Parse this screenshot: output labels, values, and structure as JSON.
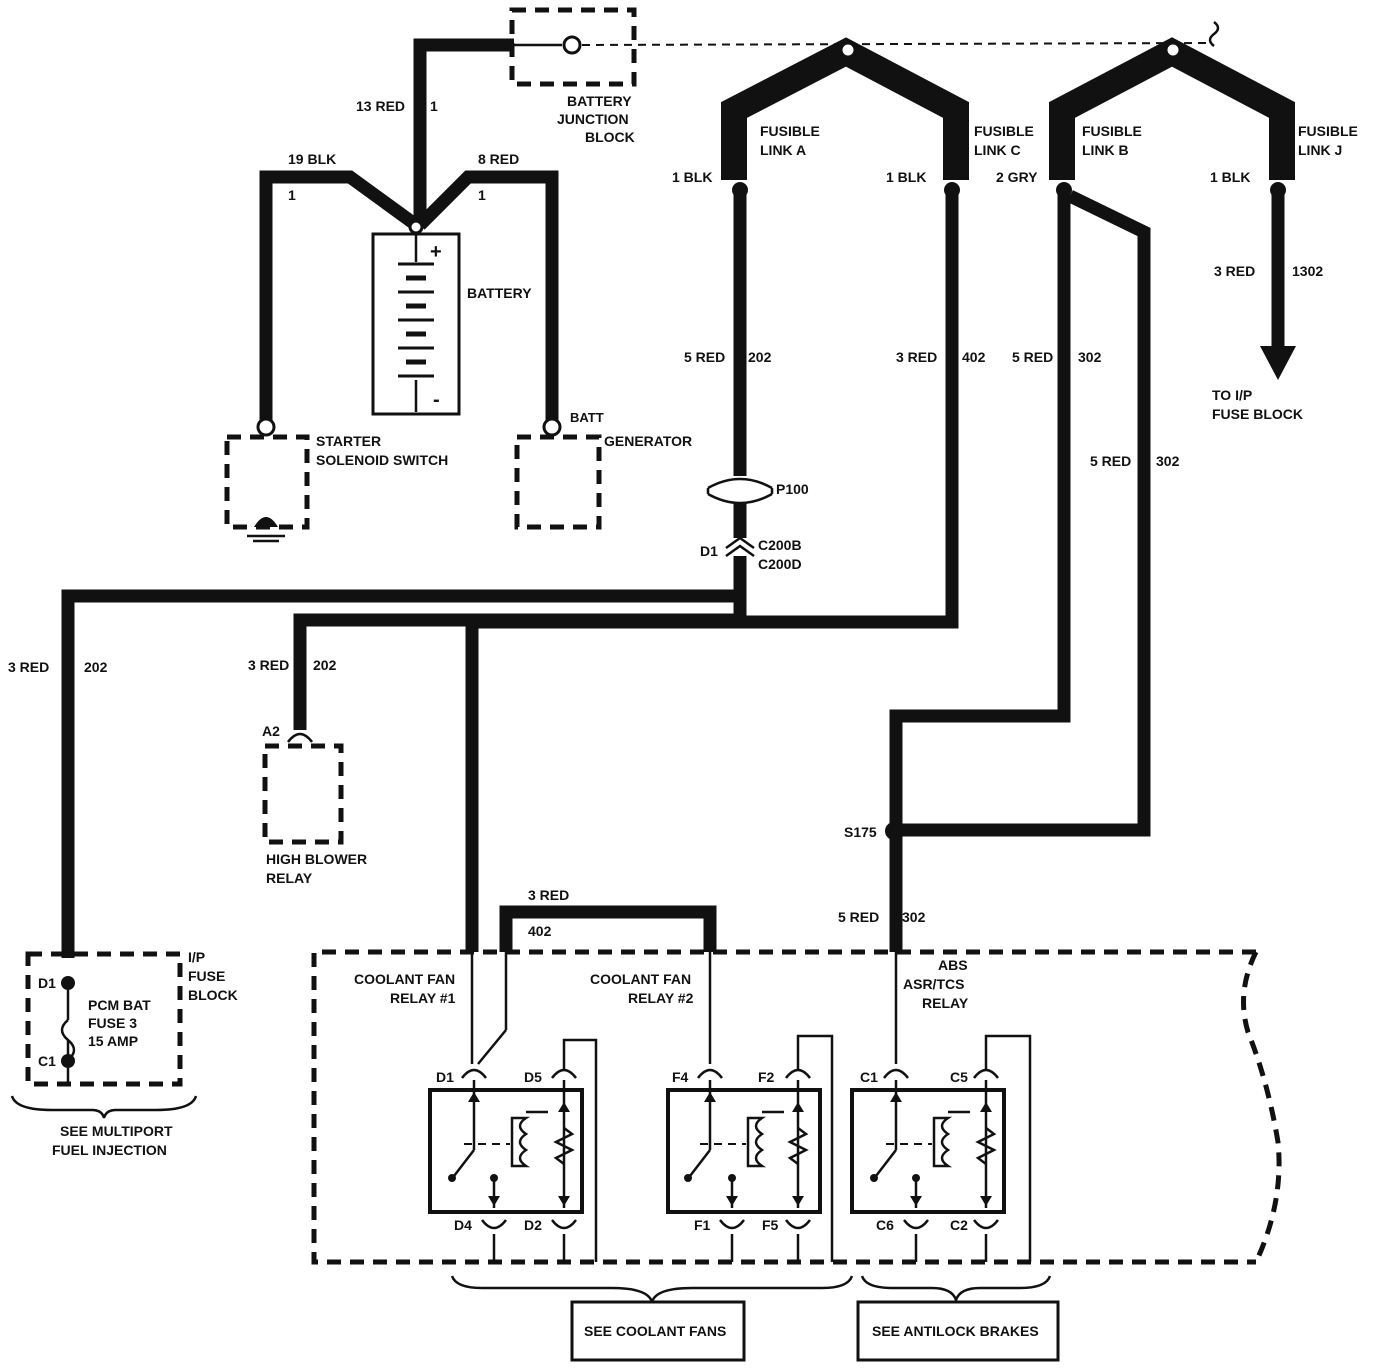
{
  "battery_section": {
    "junction_block": [
      "BATTERY",
      "JUNCTION",
      "BLOCK"
    ],
    "wire_top": "13 RED",
    "wire_top_pin": "1",
    "wire_left": "19 BLK",
    "wire_left_pin": "1",
    "wire_right": "8 RED",
    "wire_right_pin": "1",
    "battery_label": "BATTERY",
    "plus": "+",
    "minus": "-",
    "starter": [
      "STARTER",
      "SOLENOID  SWITCH"
    ],
    "generator": "GENERATOR",
    "batt_terminal": "BATT"
  },
  "fusible_links": [
    {
      "name": [
        "FUSIBLE",
        "LINK A"
      ],
      "wire": "1  BLK"
    },
    {
      "name": [
        "FUSIBLE",
        "LINK C"
      ],
      "wire": "1  BLK"
    },
    {
      "name": [
        "FUSIBLE",
        "LINK B"
      ],
      "wire": "2  GRY"
    },
    {
      "name": [
        "FUSIBLE",
        "LINK J"
      ],
      "wire": "1  BLK"
    }
  ],
  "circuits": {
    "link_j_wire": "3  RED",
    "link_j_circuit": "1302",
    "ip_fuse_dest": [
      "TO  I/P",
      "FUSE BLOCK"
    ],
    "link_a_wire": "5 RED",
    "link_a_circuit": "202",
    "link_c_wire": "3 RED",
    "link_c_circuit": "402",
    "link_b_wire": "5 RED",
    "link_b_circuit": "302",
    "link_b2_wire": "5 RED",
    "link_b2_circuit": "302",
    "p100": "P100",
    "c200_pin": "D1",
    "c200b": "C200B",
    "c200d": "C200D",
    "pcm_wire": "3  RED",
    "pcm_circuit": "202",
    "blower_wire": "3 RED",
    "blower_circuit": "202",
    "blower_pin": "A2",
    "blower_relay": [
      "HIGH BLOWER",
      "RELAY"
    ],
    "splice": "S175",
    "abs_wire": "5 RED",
    "abs_circuit": "302",
    "jumper_wire": "3 RED",
    "jumper_circuit": "402"
  },
  "ip_fuse_block": {
    "label": [
      "I/P",
      "FUSE",
      "BLOCK"
    ],
    "pin_top": "D1",
    "pin_bottom": "C1",
    "fuse": [
      "PCM BAT",
      "FUSE  3",
      "15  AMP"
    ],
    "see": [
      "SEE  MULTIPORT",
      "FUEL  INJECTION"
    ]
  },
  "relays": [
    {
      "name": [
        "COOLANT FAN",
        "RELAY #1"
      ],
      "pins": [
        "D1",
        "D5",
        "D4",
        "D2"
      ]
    },
    {
      "name": [
        "COOLANT FAN",
        "RELAY #2"
      ],
      "pins": [
        "F4",
        "F2",
        "F1",
        "F5"
      ]
    },
    {
      "name": [
        "ABS",
        "ASR/TCS",
        "RELAY"
      ],
      "pins": [
        "C1",
        "C5",
        "C6",
        "C2"
      ]
    }
  ],
  "bottom_boxes": {
    "coolant": "SEE COOLANT FANS",
    "antilock": "SEE ANTILOCK BRAKES"
  }
}
